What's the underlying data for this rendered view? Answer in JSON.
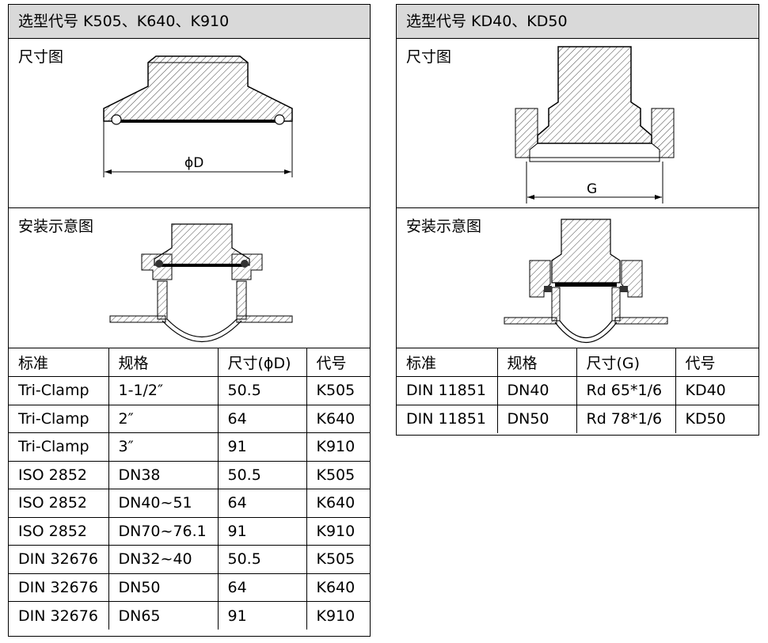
{
  "left": {
    "title": "选型代号 K505、K640、K910",
    "dimension_label": "尺寸图",
    "dimension_symbol": "ϕD",
    "install_label": "安装示意图",
    "headers": [
      "标准",
      "规格",
      "尺寸(ϕD)",
      "代号"
    ],
    "rows": [
      [
        "Tri-Clamp",
        "1-1/2″",
        "50.5",
        "K505"
      ],
      [
        "Tri-Clamp",
        "2″",
        "64",
        "K640"
      ],
      [
        "Tri-Clamp",
        "3″",
        "91",
        "K910"
      ],
      [
        "ISO 2852",
        "DN38",
        "50.5",
        "K505"
      ],
      [
        "ISO 2852",
        "DN40~51",
        "64",
        "K640"
      ],
      [
        "ISO 2852",
        "DN70~76.1",
        "91",
        "K910"
      ],
      [
        "DIN 32676",
        "DN32~40",
        "50.5",
        "K505"
      ],
      [
        "DIN 32676",
        "DN50",
        "64",
        "K640"
      ],
      [
        "DIN 32676",
        "DN65",
        "91",
        "K910"
      ]
    ]
  },
  "right": {
    "title": "选型代号 KD40、KD50",
    "dimension_label": "尺寸图",
    "dimension_symbol": "G",
    "install_label": "安装示意图",
    "headers": [
      "标准",
      "规格",
      "尺寸(G)",
      "代号"
    ],
    "rows": [
      [
        "DIN 11851",
        "DN40",
        "Rd 65*1/6",
        "KD40"
      ],
      [
        "DIN 11851",
        "DN50",
        "Rd 78*1/6",
        "KD50"
      ]
    ]
  }
}
